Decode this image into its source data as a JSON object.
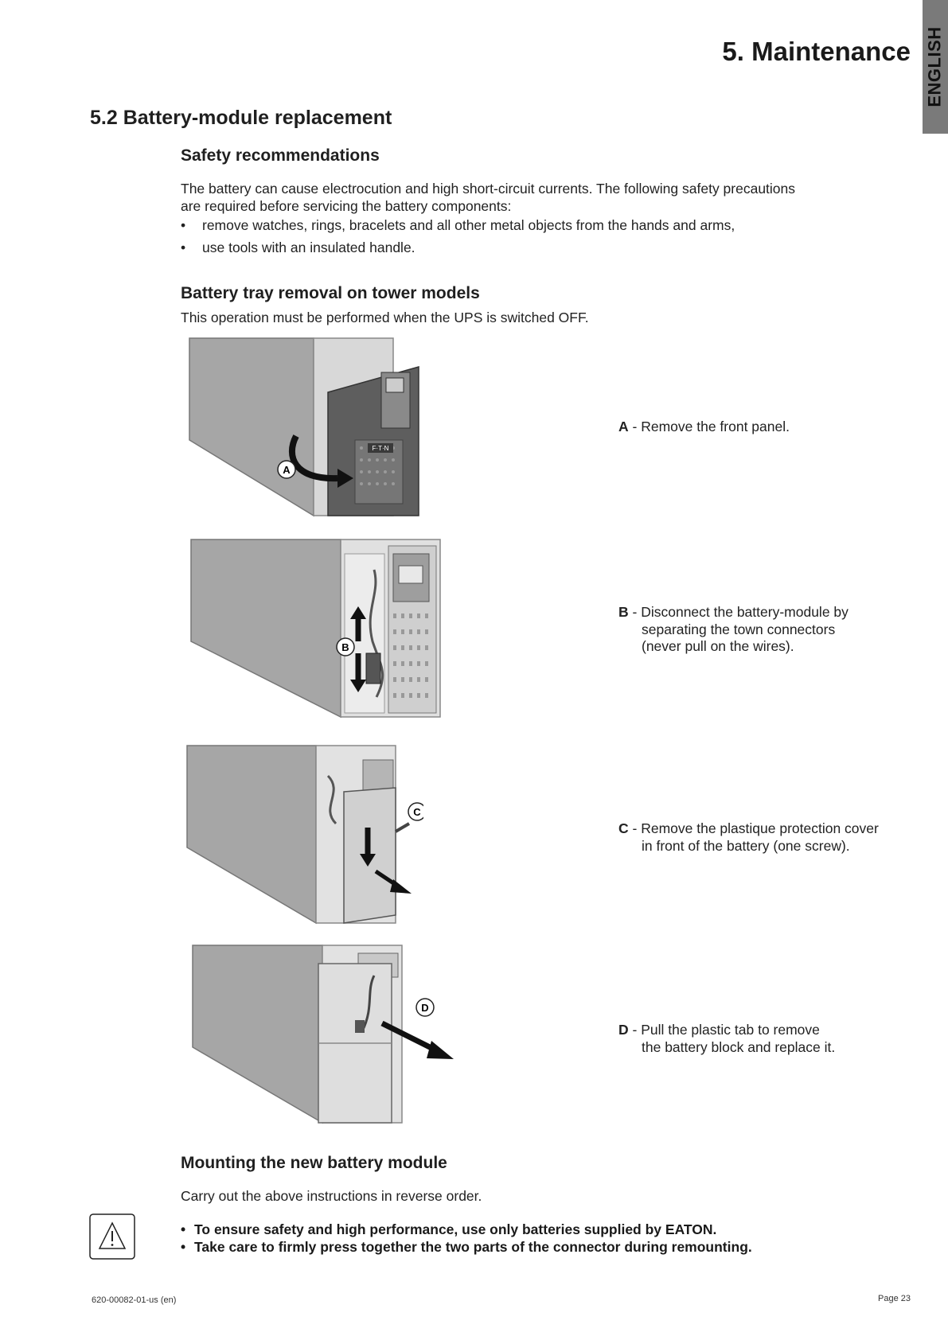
{
  "side_tab": "ENGLISH",
  "chapter_title": "5. Maintenance",
  "section_title": "5.2 Battery-module replacement",
  "safety": {
    "heading": "Safety recommendations",
    "intro_line1": "The battery can cause electrocution and high short-circuit currents. The following safety precautions",
    "intro_line2": "are required before servicing the battery components:",
    "bullets": [
      "remove watches, rings, bracelets and all other metal objects from the hands and arms,",
      "use tools with an insulated handle."
    ]
  },
  "removal": {
    "heading": "Battery tray removal on tower models",
    "note": "This operation must be performed when the UPS is switched OFF.",
    "steps": [
      {
        "letter": "A",
        "sep": " - ",
        "lines": [
          "Remove the front panel."
        ]
      },
      {
        "letter": "B",
        "sep": " - ",
        "lines": [
          "Disconnect the battery-module by",
          "separating the town connectors",
          "(never pull on the wires)."
        ]
      },
      {
        "letter": "C",
        "sep": " - ",
        "lines": [
          "Remove the plastique protection cover",
          "in front of the battery (one screw)."
        ]
      },
      {
        "letter": "D",
        "sep": " - ",
        "lines": [
          "Pull the plastic tab to remove",
          "the battery block and replace it."
        ]
      }
    ],
    "panel_logo": "F·T·N"
  },
  "mounting": {
    "heading": "Mounting the new battery module",
    "text": "Carry out the above instructions in reverse order.",
    "warnings": [
      "To ensure safety and high performance, use only batteries supplied by EATON.",
      "Take care to firmly press together the two parts of the connector during remounting."
    ]
  },
  "footer": {
    "doc_id": "620-00082-01-us (en)",
    "page": "Page 23"
  }
}
